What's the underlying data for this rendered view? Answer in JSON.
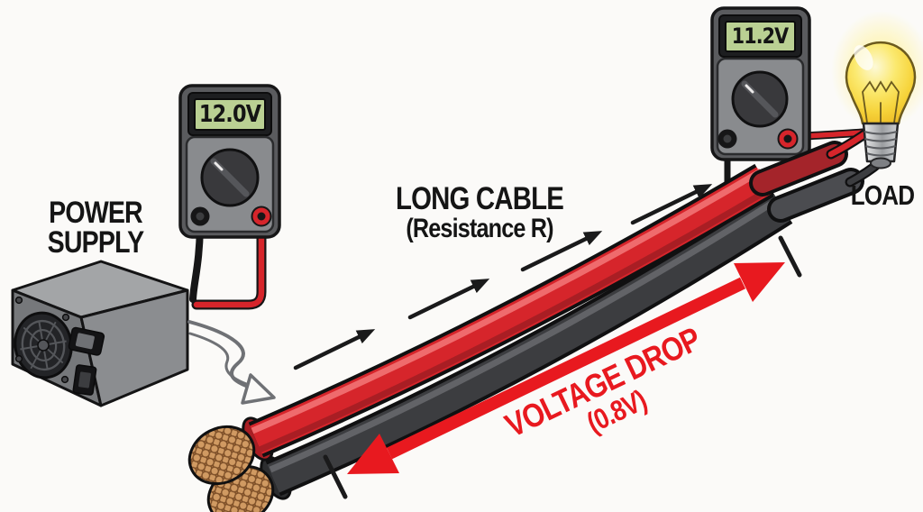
{
  "power_supply": {
    "label_line1": "POWER",
    "label_line2": "SUPPLY"
  },
  "source_meter": {
    "reading": "12.0V"
  },
  "load_meter": {
    "reading": "11.2V"
  },
  "cable": {
    "label": "LONG CABLE",
    "sublabel": "(Resistance R)"
  },
  "voltage_drop": {
    "label": "VOLTAGE DROP",
    "value": "(0.8V)"
  },
  "load": {
    "label": "LOAD"
  },
  "colors": {
    "accent_red": "#e8191f",
    "cable_red": "#d6252b",
    "cable_black": "#3c3d40",
    "copper": "#c9945c",
    "lcd_green": "#bad093",
    "meter_gray": "#5a5b5e",
    "bulb_yellow": "#f6d33a",
    "psu_gray": "#8b8d90",
    "arrow_black": "#1a1a1b",
    "connection_gray": "#6f7175"
  }
}
